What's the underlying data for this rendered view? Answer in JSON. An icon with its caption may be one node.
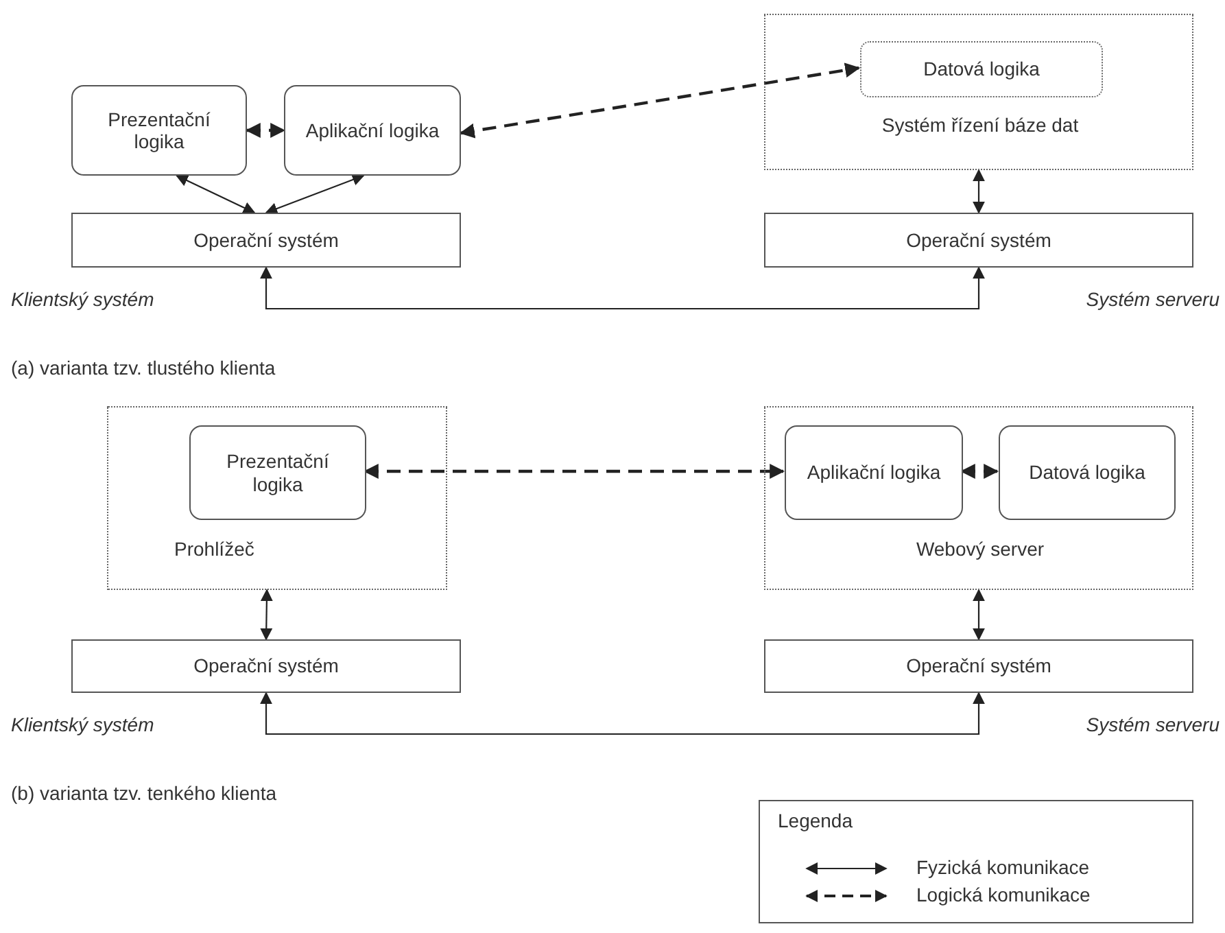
{
  "diagram": {
    "nodes": [
      {
        "text": [
          "Prezentační logika"
        ]
      },
      {
        "text": [
          "Aplikační logika"
        ]
      },
      {
        "text": [
          "Operační systém"
        ]
      },
      {
        "text": [
          "Systém řízení báze dat"
        ]
      },
      {
        "text": [
          "Datová logika"
        ],
        "in": 3
      },
      {
        "text": [
          "Operační systém"
        ]
      },
      {
        "text": [
          "Prohlížeč"
        ]
      },
      {
        "text": [
          "Prezentační logika"
        ],
        "in": 6
      },
      {
        "text": [
          "Webový server"
        ]
      },
      {
        "text": [
          "Aplikační logika"
        ],
        "in": 8
      },
      {
        "text": [
          "Datová logika"
        ],
        "in": 8
      },
      {
        "text": [
          "Operační systém"
        ]
      },
      {
        "text": [
          "Operační systém"
        ]
      }
    ],
    "edges": [
      {
        "from": 0,
        "to": 1,
        "arrow": "both",
        "style": "dashed"
      },
      {
        "from": 1,
        "to": 4,
        "arrow": "both",
        "style": "dashed"
      },
      {
        "from": 2,
        "to": 0,
        "arrow": "both"
      },
      {
        "from": 2,
        "to": 1,
        "arrow": "both"
      },
      {
        "from": 3,
        "to": 5,
        "arrow": "both"
      },
      {
        "from": 2,
        "to": 5,
        "arrow": "both"
      },
      {
        "from": 7,
        "to": 9,
        "arrow": "both",
        "style": "dashed"
      },
      {
        "from": 9,
        "to": 10,
        "arrow": "both",
        "style": "dashed"
      },
      {
        "from": 6,
        "to": 11,
        "arrow": "both"
      },
      {
        "from": 8,
        "to": 12,
        "arrow": "both"
      },
      {
        "from": 11,
        "to": 12,
        "arrow": "both"
      }
    ],
    "labels": [
      "Klientský systém",
      "Systém serveru",
      "(a) varianta tzv. tlustého klienta",
      "Klientský systém",
      "Systém serveru",
      "(b) varianta tzv. tenkého klienta",
      "Legenda"
    ],
    "legend": [
      {
        "text": "Fyzická komunikace"
      },
      {
        "text": "Logická komunikace"
      }
    ]
  }
}
